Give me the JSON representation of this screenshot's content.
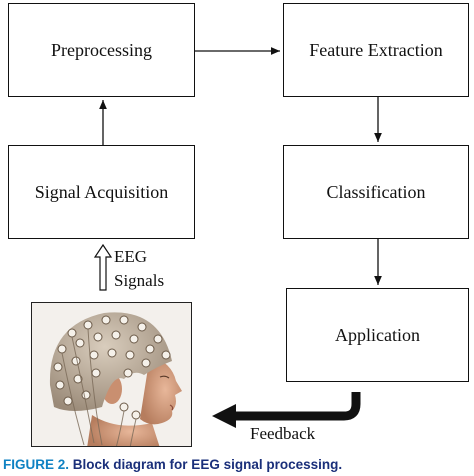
{
  "diagram": {
    "blocks": {
      "preprocessing": "Preprocessing",
      "feature_extraction": "Feature Extraction",
      "signal_acquisition": "Signal Acquisition",
      "classification": "Classification",
      "application": "Application"
    },
    "eeg_label": {
      "line1": "EEG",
      "line2": "Signals"
    },
    "feedback_label": "Feedback",
    "caption": {
      "figure": "FIGURE 2.",
      "text": "Block diagram for EEG signal processing."
    },
    "head_image": "eeg-cap-head-photo"
  }
}
